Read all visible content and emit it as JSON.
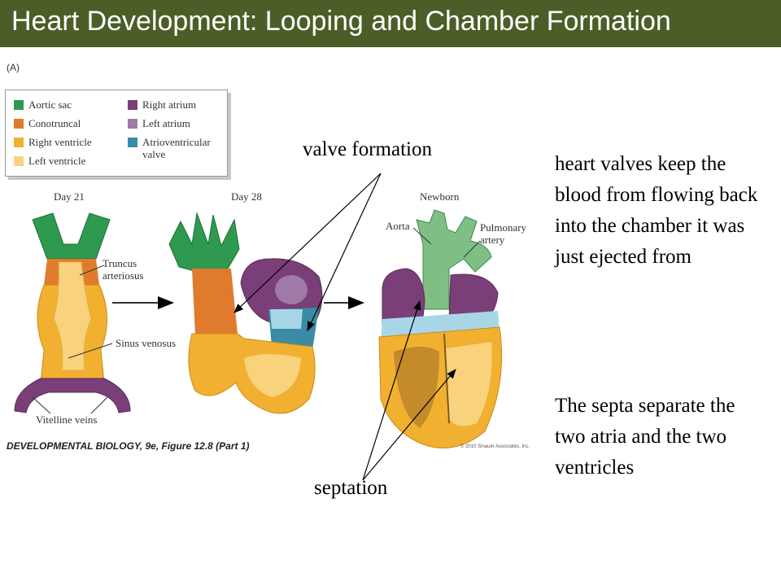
{
  "title": "Heart Development: Looping and Chamber Formation",
  "panel_label": "(A)",
  "legend": {
    "items": [
      {
        "label": "Aortic sac",
        "color": "#2e9a4f"
      },
      {
        "label": "Conotruncal",
        "color": "#e07b2e"
      },
      {
        "label": "Right ventricle",
        "color": "#f2b030"
      },
      {
        "label": "Left ventricle",
        "color": "#f8d27c"
      },
      {
        "label": "Right atrium",
        "color": "#7a3e78"
      },
      {
        "label": "Left atrium",
        "color": "#a07aa6"
      },
      {
        "label": "Atrioventricular valve",
        "color": "#3a8ca4"
      }
    ]
  },
  "stages": {
    "day21": "Day 21",
    "day28": "Day 28",
    "newborn": "Newborn"
  },
  "labels": {
    "truncus": "Truncus arteriosus",
    "sinus": "Sinus venosus",
    "vitelline": "Vitelline veins",
    "aorta": "Aorta",
    "pulmonary": "Pulmonary artery"
  },
  "annotations": {
    "valve_formation": "valve formation",
    "septation": "septation"
  },
  "notes": {
    "valves": "heart valves keep the blood from flowing back into the chamber it was just ejected from",
    "septa": "The septa separate the two atria and the two ventricles"
  },
  "caption": "DEVELOPMENTAL BIOLOGY, 9e, Figure 12.8 (Part 1)",
  "copyright": "© 2010 Sinauer Associates, Inc."
}
